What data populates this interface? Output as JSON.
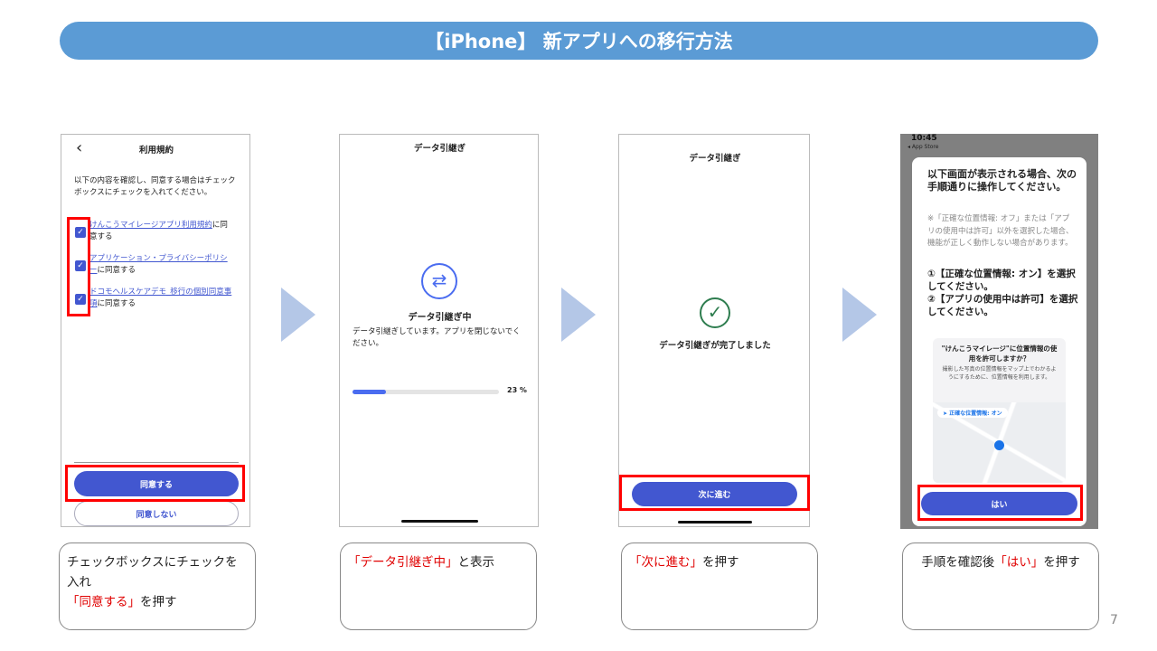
{
  "title": "【iPhone】 新アプリへの移行方法",
  "page_number": "7",
  "screen1": {
    "back": "‹",
    "header": "利用規約",
    "intro": "以下の内容を確認し、同意する場合はチェックボックスにチェックを入れてください。",
    "items": [
      {
        "link": "けんこうマイレージアプリ利用規約",
        "suffix": "に同意する"
      },
      {
        "link": "アプリケーション・プライバシーポリシー",
        "suffix": "に同意する"
      },
      {
        "link": "ドコモヘルスケアデモ_移行の個別同意事項",
        "suffix": "に同意する"
      }
    ],
    "agree": "同意する",
    "disagree": "同意しない"
  },
  "screen2": {
    "header": "データ引継ぎ",
    "heading": "データ引継ぎ中",
    "body": "データ引継ぎしています。アプリを閉じないでください。",
    "progress_percent": 23,
    "progress_label": "23 %"
  },
  "screen3": {
    "header": "データ引継ぎ",
    "message": "データ引継ぎが完了しました",
    "next": "次に進む"
  },
  "screen4": {
    "time": "10:45",
    "back_app": "◂ App Store",
    "heading": "以下画面が表示される場合、次の手順通りに操作してください。",
    "note": "※「正確な位置情報: オフ」または「アプリの使用中は許可」以外を選択した場合、機能が正しく動作しない場合があります。",
    "step1": "①【正確な位置情報: オン】を選択してください。",
    "step2": "②【アプリの使用中は許可】を選択してください。",
    "dialog_title": "\"けんこうマイレージ\"に位置情報の使用を許可しますか？",
    "dialog_body": "撮影した写真の位置情報をマップ上でわかるようにするために、位置情報を利用します。",
    "precise": "正確な位置情報: オン",
    "yes": "はい"
  },
  "captions": [
    {
      "pre": "チェックボックスにチェックを入れ",
      "hl": "「同意する」",
      "post": "を押す"
    },
    {
      "pre": "",
      "hl": "「データ引継ぎ中」",
      "post": "と表示"
    },
    {
      "pre": "",
      "hl": "「次に進む」",
      "post": "を押す"
    },
    {
      "pre": "手順を確認後",
      "hl": "「はい」",
      "post": "を押す"
    }
  ]
}
